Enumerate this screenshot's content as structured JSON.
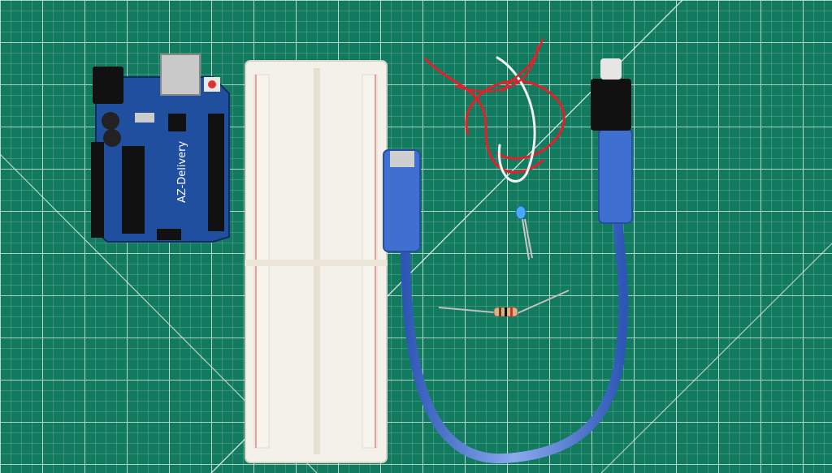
{
  "scene": {
    "description_items": [
      "arduino-board",
      "breadboard",
      "jumper-wires",
      "led",
      "resistor",
      "usb-cable",
      "cutting-mat"
    ],
    "arduino_brand_text": "AZ-Delivery",
    "colors": {
      "mat": "#127a5e",
      "grid": "#e8f3ee",
      "board_blue": "#1f4f9e",
      "breadboard": "#f4f1ea",
      "cable_blue": "#4b74c8",
      "wire_red": "#e3202a",
      "wire_white": "#f4f4f4"
    }
  }
}
